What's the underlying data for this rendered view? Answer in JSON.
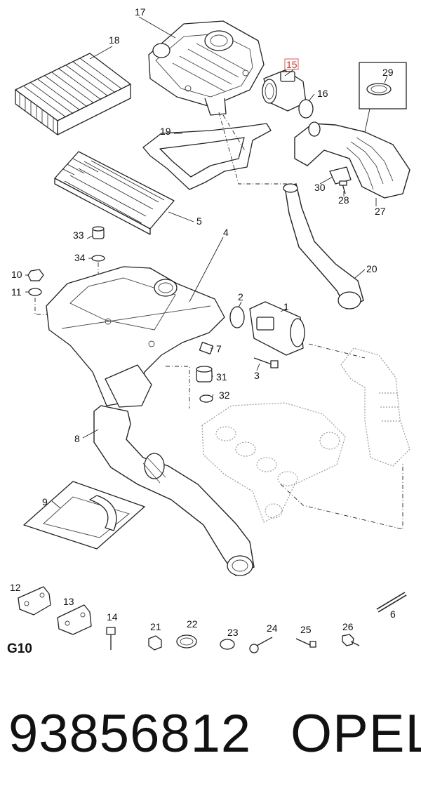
{
  "sheet_label": "G10",
  "part_number": "93856812",
  "brand": "OPEL",
  "highlighted_callout": "15",
  "colors": {
    "highlight": "#c0392b",
    "line": "#222222",
    "ghost": "#9a9a9a"
  },
  "callouts": {
    "c1": "1",
    "c2": "2",
    "c3": "3",
    "c4": "4",
    "c5": "5",
    "c6": "6",
    "c7": "7",
    "c8": "8",
    "c9": "9",
    "c10": "10",
    "c11": "11",
    "c12": "12",
    "c13": "13",
    "c14": "14",
    "c15": "15",
    "c16": "16",
    "c17": "17",
    "c18": "18",
    "c19": "19",
    "c20": "20",
    "c21": "21",
    "c22": "22",
    "c23": "23",
    "c24": "24",
    "c25": "25",
    "c26": "26",
    "c27": "27",
    "c28": "28",
    "c29": "29",
    "c30": "30",
    "c31": "31",
    "c32": "32",
    "c33": "33",
    "c34": "34"
  }
}
